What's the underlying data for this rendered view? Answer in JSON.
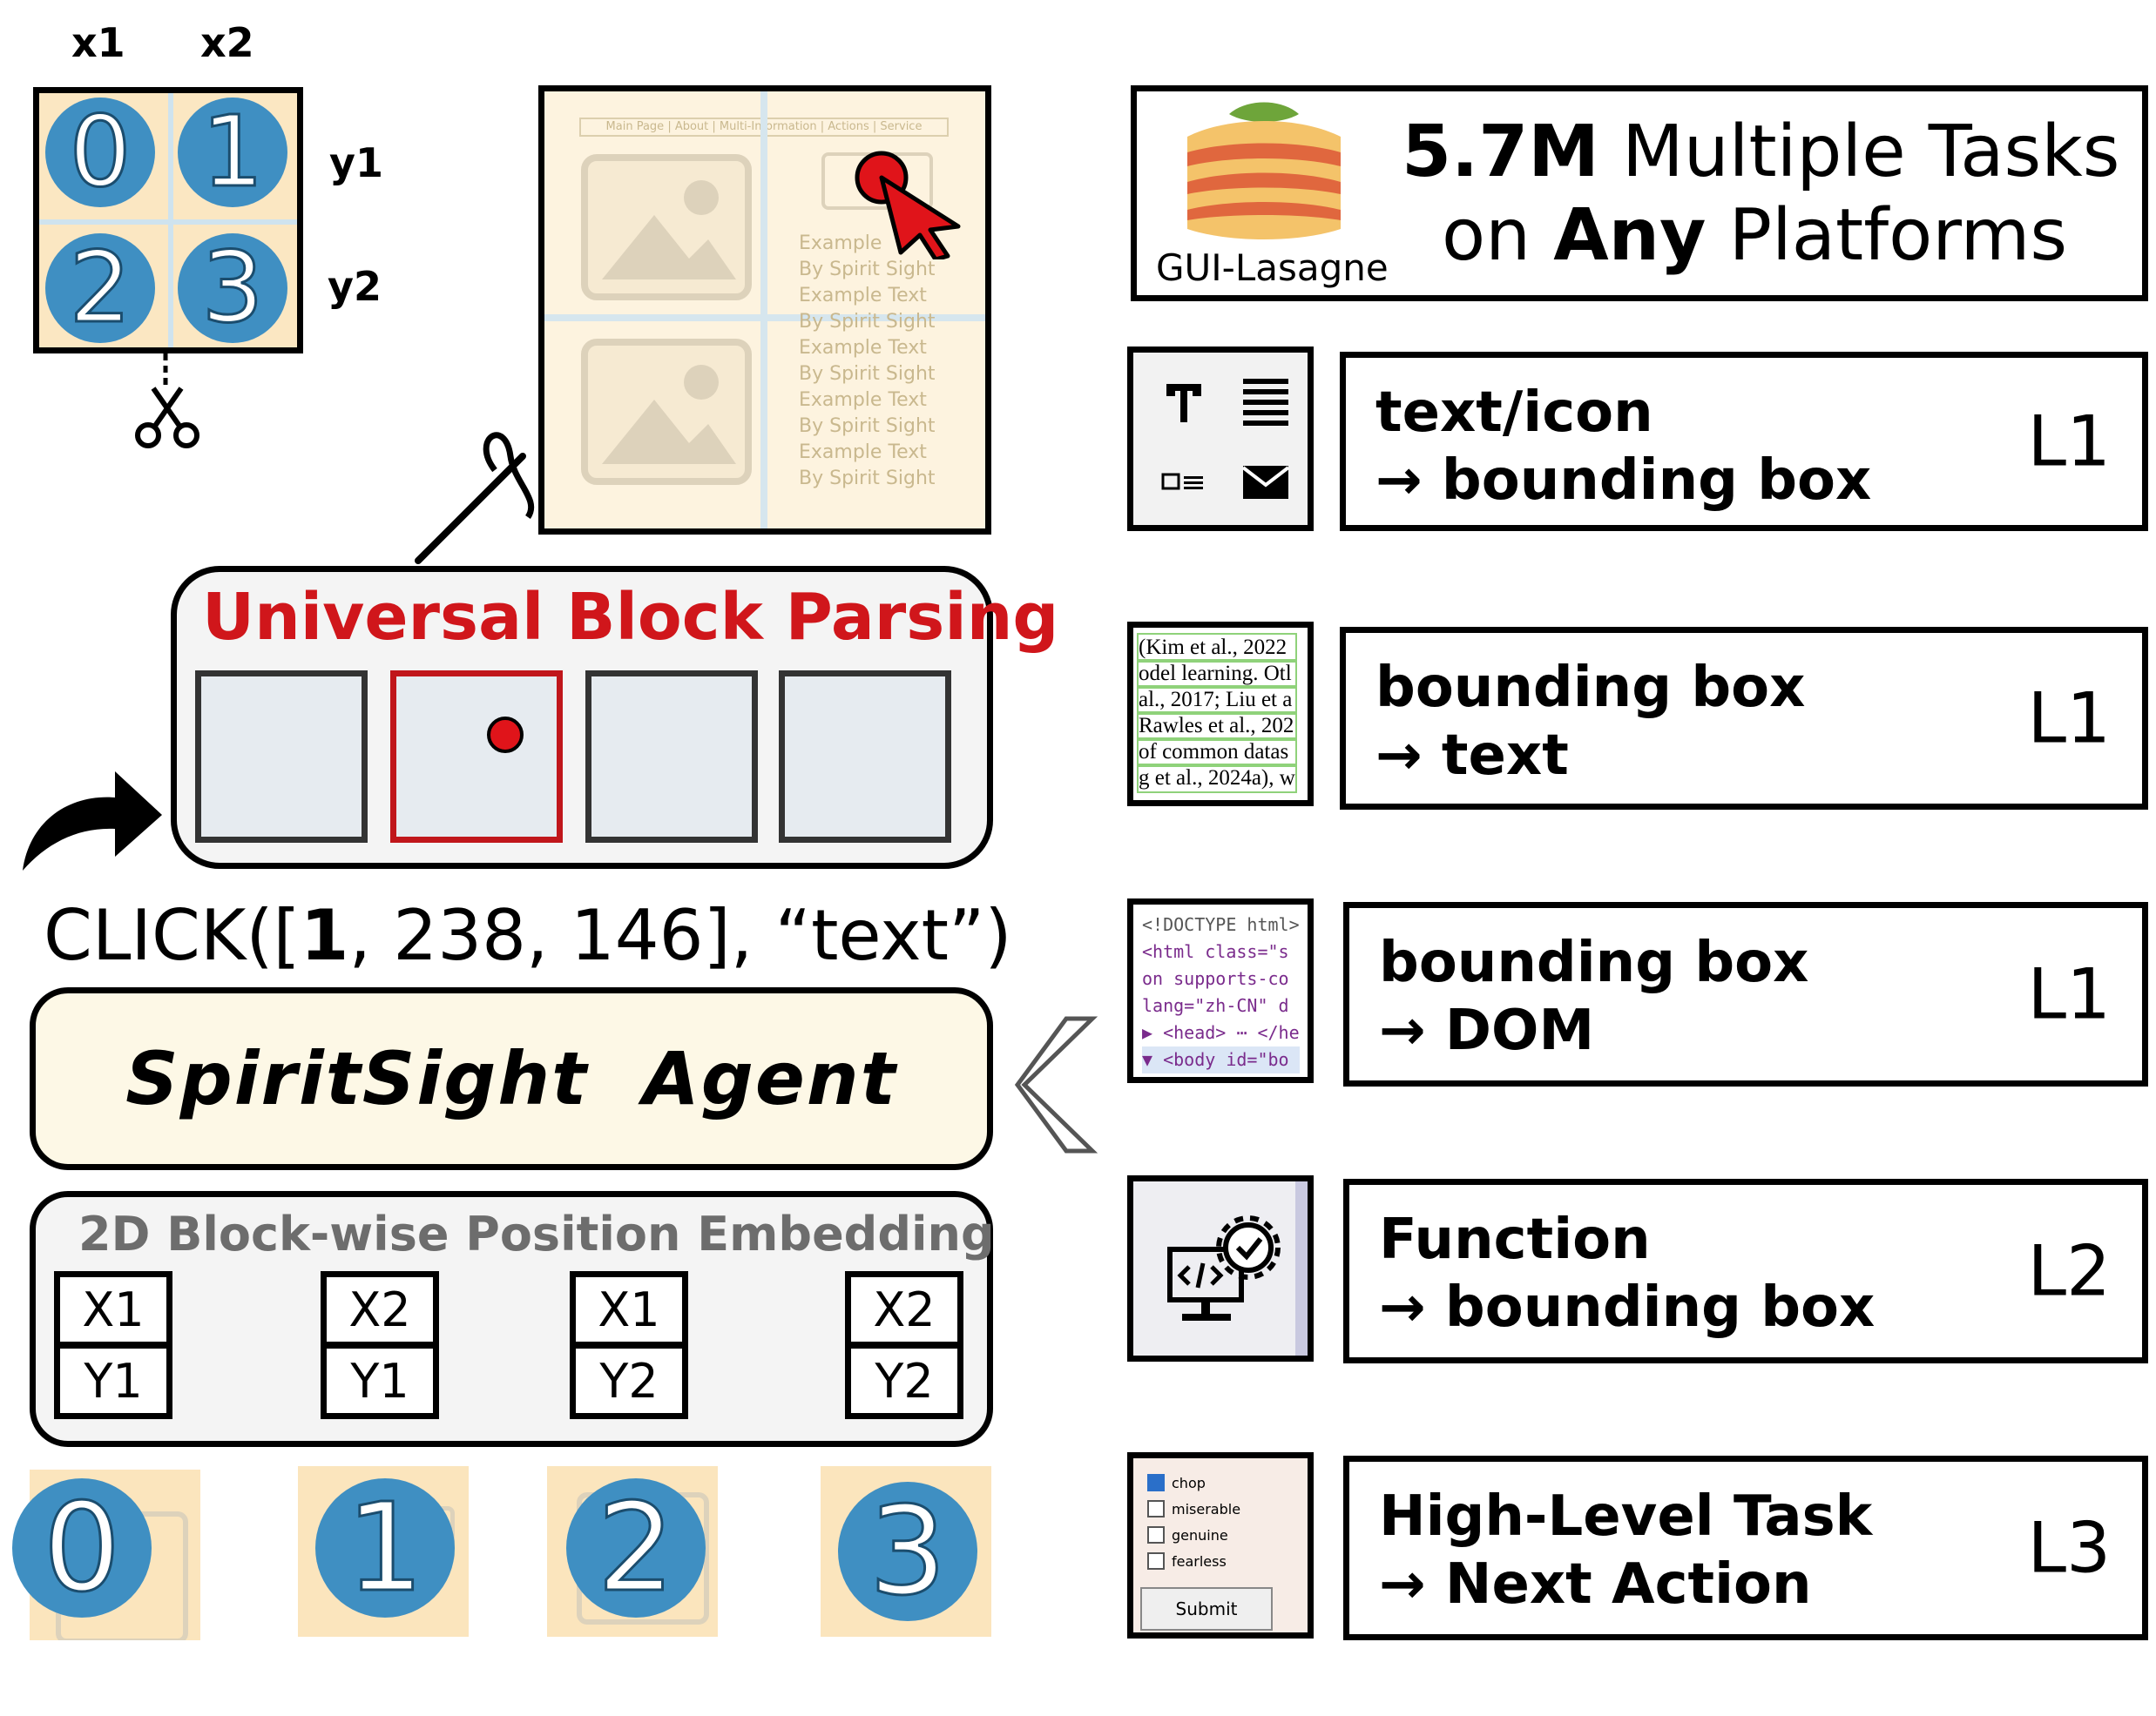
{
  "grid": {
    "col_labels": [
      "x1",
      "x2"
    ],
    "row_labels": [
      "y1",
      "y2"
    ],
    "cells": [
      "0",
      "1",
      "2",
      "3"
    ]
  },
  "crop": {
    "nav_text": "Main Page | About | Multi-Information | Actions | Service",
    "lines": [
      "Example",
      "By Spirit Sight",
      "Example Text",
      "By Spirit Sight",
      "Example Text",
      "By Spirit Sight",
      "Example Text",
      "By Spirit Sight",
      "Example Text",
      "By Spirit Sight"
    ]
  },
  "ubp": {
    "title": "Universal Block Parsing"
  },
  "action": {
    "prefix": "CLICK([",
    "block_index": "1",
    "rest": ", 238, 146], “text”)"
  },
  "agent": {
    "label": "SpiritSight  Agent"
  },
  "embedding": {
    "title": "2D Block-wise Position Embedding",
    "pairs": [
      {
        "x": "X1",
        "y": "Y1"
      },
      {
        "x": "X2",
        "y": "Y1"
      },
      {
        "x": "X1",
        "y": "Y2"
      },
      {
        "x": "X2",
        "y": "Y2"
      }
    ]
  },
  "tiles": [
    "0",
    "1",
    "2",
    "3"
  ],
  "dataset": {
    "name": "GUI-Lasagne",
    "size": "5.7M",
    "line1_rest": " Multiple Tasks",
    "line2_pre": "on ",
    "line2_bold": "Any",
    "line2_post": " Platforms"
  },
  "tasks": [
    {
      "line1": "text/icon",
      "line2": "→  bounding box",
      "level": "L1"
    },
    {
      "line1": "bounding box",
      "line2": "→  text",
      "level": "L1"
    },
    {
      "line1": "bounding box",
      "line2": "→  DOM",
      "level": "L1"
    },
    {
      "line1": "Function",
      "line2": "→  bounding box",
      "level": "L2"
    },
    {
      "line1": "High-Level Task",
      "line2": "→  Next Action",
      "level": "L3"
    }
  ],
  "thumb_text": {
    "paper": [
      "(Kim et al., 2022",
      "odel learning.  Otl",
      "al., 2017; Liu et a",
      "Rawles et al., 202",
      "of common datas",
      "g et al., 2024a), w"
    ],
    "code": [
      "<!DOCTYPE html>",
      "<html class=\"s",
      "on supports-co",
      "lang=\"zh-CN\" d",
      "▶ <head> ⋯ </he",
      "▼ <body id=\"bo"
    ],
    "form_options": [
      "chop",
      "miserable",
      "genuine",
      "fearless"
    ],
    "form_button": "Submit"
  },
  "colors": {
    "circle_blue": "#3f8fc2",
    "title_red": "#d0161b",
    "agent_fill": "#fdf8e6",
    "tile_fill": "#fbe5bd",
    "block_fill": "#e6ebf0"
  }
}
